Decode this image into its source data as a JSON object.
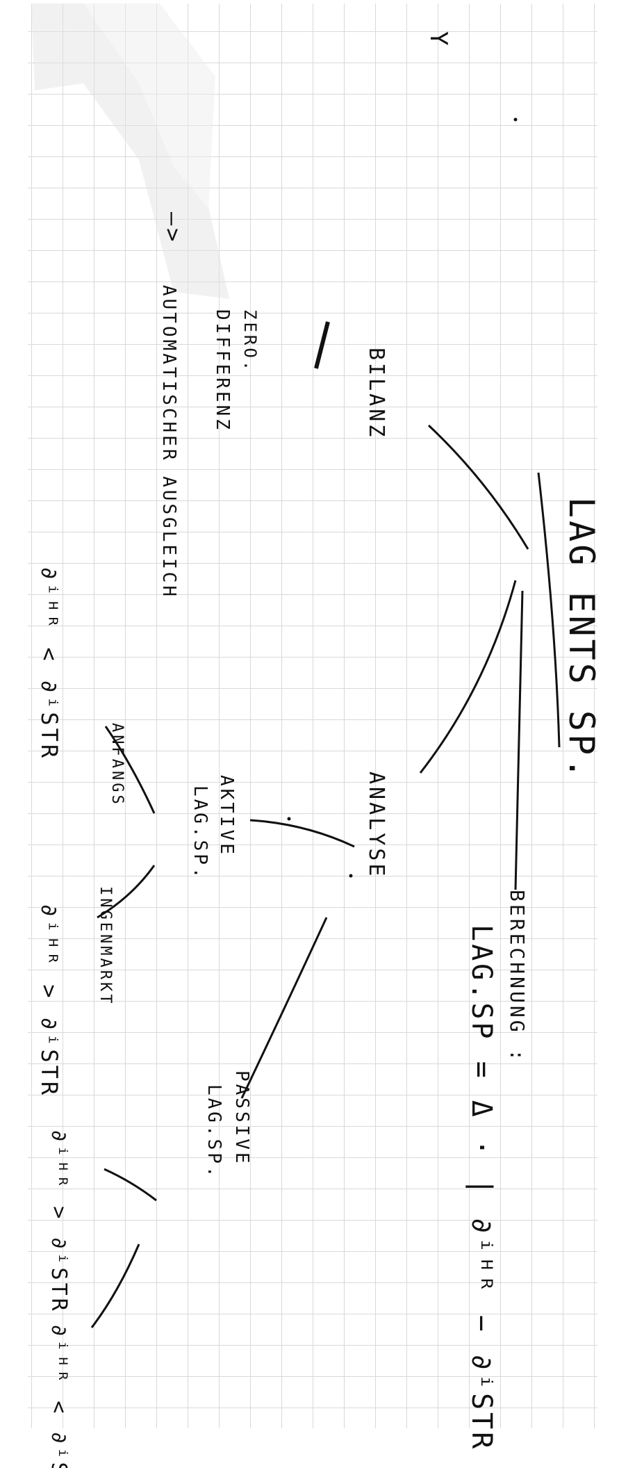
{
  "page": {
    "kind": "handwritten note on grid paper, rotated 90 degrees",
    "colors": {
      "paper": "#ffffff",
      "grid": "#d9d9d9",
      "ink": "#111111",
      "watermark": "#ececec"
    }
  },
  "title": "LAG ENTS SP.",
  "berechnung": {
    "label": "BERECHNUNG :",
    "formula": "LAG.SP = Δ · | ∂ⁱᴴᴿ − ∂ⁱSTR |"
  },
  "branches": {
    "bilanz": "BILANZ",
    "zero_diff": {
      "line1": "ZERO.",
      "line2": "DIFFERENZ"
    },
    "arrow_glyph": "—>",
    "result": "AUTOMATISCHER AUSGLEICH",
    "analyse": "ANALYSE"
  },
  "aktive": {
    "label_line1": "AKTIVE",
    "label_line2": "LAG.SP.",
    "anfang": "ANFANGS",
    "anfang_cond": "∂ⁱᴴᴿ < ∂ⁱSTR",
    "ingenmark": "INGENMARKT",
    "ingenmark_cond": "∂ⁱᴴᴿ > ∂ⁱSTR"
  },
  "passive": {
    "label_line1": "PASSIVE",
    "label_line2": "LAG.SP.",
    "cond_a": "∂ⁱᴴᴿ > ∂ⁱSTR",
    "cond_b": "∂ⁱᴴᴿ < ∂ⁱSTR"
  },
  "corner_mark": "Y"
}
